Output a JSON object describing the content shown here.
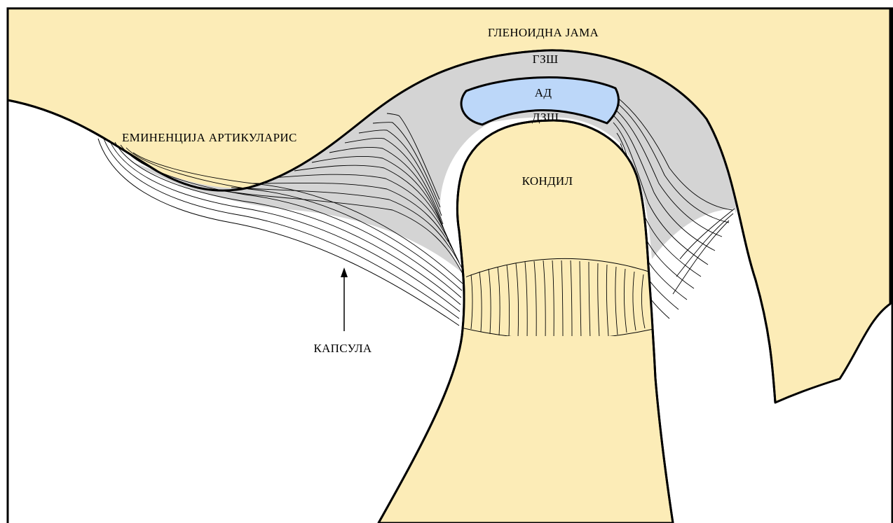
{
  "labels": {
    "glenoid_fossa": "ГЛЕНОИДНА ЈАМА",
    "upper_joint_space": "ГЗШ",
    "articular_disc": "АД",
    "lower_joint_space": "ДЗШ",
    "articular_eminence": "ЕМИНЕНЦИЈА АРТИКУЛАРИС",
    "condyle": "КОНДИЛ",
    "capsule": "КАПСУЛА"
  },
  "colors": {
    "bone": "#fcecb7",
    "joint_space": "#d4d4d4",
    "disc": "#bcd7f9",
    "outline": "#000000",
    "background": "#ffffff"
  }
}
